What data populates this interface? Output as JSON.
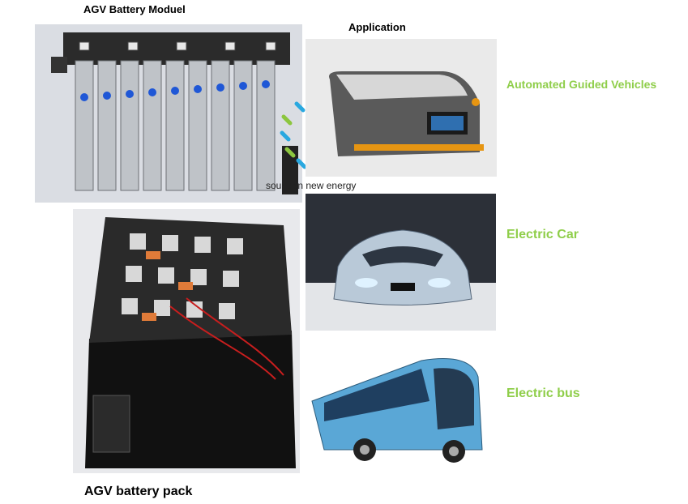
{
  "labels": {
    "module_title": "AGV Battery  Moduel",
    "application_title": "Application",
    "pack_title": "AGV battery pack"
  },
  "applications": [
    {
      "label": "Automated Guided Vehicles"
    },
    {
      "label": "Electric Car"
    },
    {
      "label": "Electric bus"
    }
  ],
  "logo": {
    "text": "soundon new energy",
    "colors": [
      "#8cc63f",
      "#29a8e0"
    ]
  },
  "colors": {
    "accent_green": "#8fce4a"
  }
}
